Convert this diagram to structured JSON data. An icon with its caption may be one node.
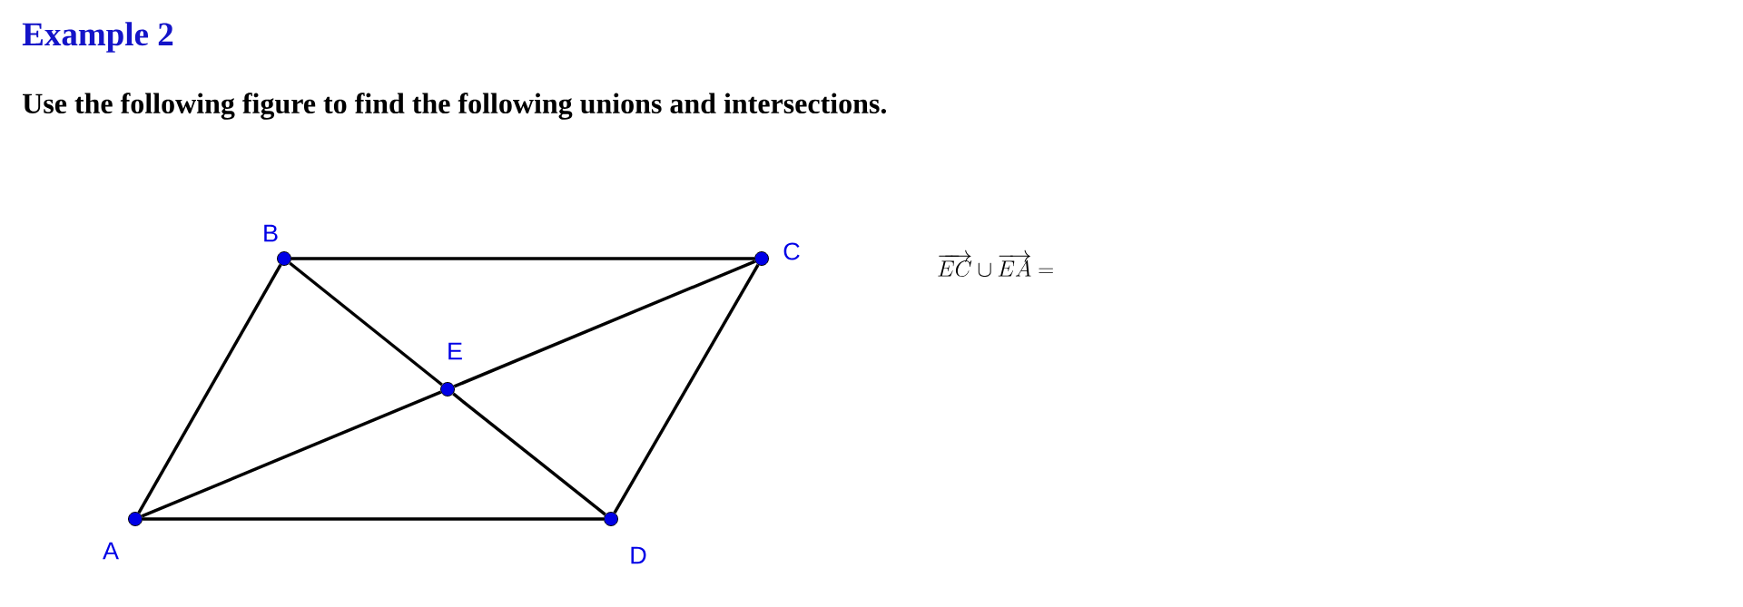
{
  "diagram": {
    "title": "Example 2",
    "nodes": [
      {
        "text": [],
        "shape": "circle",
        "beside": [
          "B"
        ]
      },
      {
        "text": [],
        "shape": "circle",
        "beside": [
          "C"
        ]
      },
      {
        "text": [],
        "shape": "circle",
        "beside": [
          "E"
        ]
      },
      {
        "text": [],
        "shape": "circle",
        "beside": [
          "A"
        ]
      },
      {
        "text": [],
        "shape": "circle",
        "beside": [
          "D"
        ]
      }
    ],
    "edges": [
      {
        "from": 0,
        "to": 1,
        "arrow": "none"
      },
      {
        "from": 0,
        "to": 3,
        "arrow": "none"
      },
      {
        "from": 0,
        "to": 2,
        "arrow": "none"
      },
      {
        "from": 2,
        "to": 1,
        "arrow": "none"
      },
      {
        "from": 1,
        "to": 4,
        "arrow": "none"
      },
      {
        "from": 3,
        "to": 2,
        "arrow": "none"
      },
      {
        "from": 2,
        "to": 4,
        "arrow": "none"
      },
      {
        "from": 3,
        "to": 4,
        "arrow": "none"
      }
    ],
    "labels": [
      "Use the following figure to find the following unions and intersections.",
      "\\overrightarrow{EC}\\cup\\overrightarrow{EA}="
    ]
  }
}
